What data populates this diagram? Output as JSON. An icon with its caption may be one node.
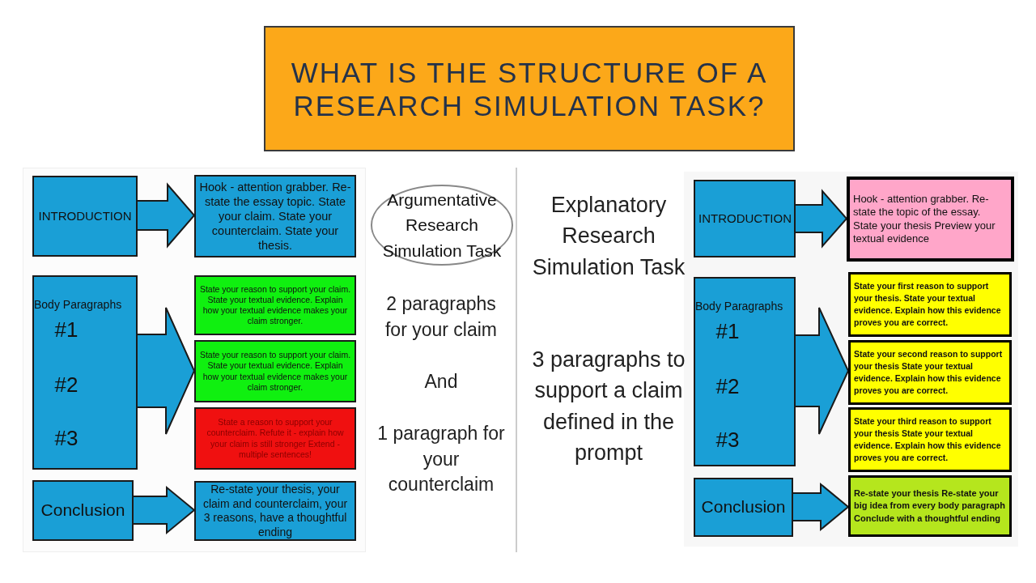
{
  "diagram": {
    "title": "WHAT IS THE STRUCTURE OF A RESEARCH SIMULATION TASK?",
    "nodes": [
      {
        "text": [
          "INTRODUCTION"
        ]
      },
      {
        "text": [
          "Hook - attention grabber. Re-state the essay topic. State your claim. State your counterclaim. State your thesis."
        ]
      },
      {
        "text": [
          "Body Paragraphs",
          "#1",
          "#2",
          "#3"
        ]
      },
      {
        "text": [
          "State your reason to support your claim. State your textual evidence. Explain how your textual evidence makes your claim stronger."
        ]
      },
      {
        "text": [
          "State your reason to support your claim. State your textual evidence. Explain how your textual evidence makes your claim stronger."
        ]
      },
      {
        "text": [
          "State a reason to support your counterclaim. Refute it - explain how your claim is still stronger Extend - multiple sentences!"
        ]
      },
      {
        "text": [
          "Conclusion"
        ]
      },
      {
        "text": [
          "Re-state your thesis, your claim and counterclaim, your 3 reasons, have a thoughtful ending"
        ]
      },
      {
        "text": [
          "Argumentative Research Simulation Task"
        ]
      },
      {
        "text": [
          "INTRODUCTION"
        ]
      },
      {
        "text": [
          "Hook - attention grabber. Re-state the topic of the essay. State your thesis Preview your textual evidence"
        ]
      },
      {
        "text": [
          "Body Paragraphs",
          "#1",
          "#2",
          "#3"
        ]
      },
      {
        "text": [
          "State your first reason to support your thesis. State your textual evidence. Explain how this evidence proves you are correct."
        ]
      },
      {
        "text": [
          "State your second reason to support your thesis State your textual evidence. Explain how this evidence proves you are correct."
        ]
      },
      {
        "text": [
          "State your third reason to support your thesis State your textual evidence. Explain how this evidence proves you are correct."
        ]
      },
      {
        "text": [
          "Conclusion"
        ]
      },
      {
        "text": [
          "Re-state your thesis Re-state your big idea from every body paragraph Conclude with a thoughtful ending"
        ]
      }
    ],
    "edges": [
      {
        "from": 0,
        "to": 1,
        "arrow": "to"
      },
      {
        "from": 2,
        "to": 4,
        "arrow": "to"
      },
      {
        "from": 6,
        "to": 7,
        "arrow": "to"
      },
      {
        "from": 9,
        "to": 10,
        "arrow": "to"
      },
      {
        "from": 11,
        "to": 13,
        "arrow": "to"
      },
      {
        "from": 15,
        "to": 16,
        "arrow": "to"
      }
    ],
    "labels": [
      "2 paragraphs for your claim",
      "And",
      "1 paragraph for your counterclaim",
      "Explanatory Research Simulation Task",
      "3 paragraphs to support a claim defined in the prompt"
    ]
  }
}
